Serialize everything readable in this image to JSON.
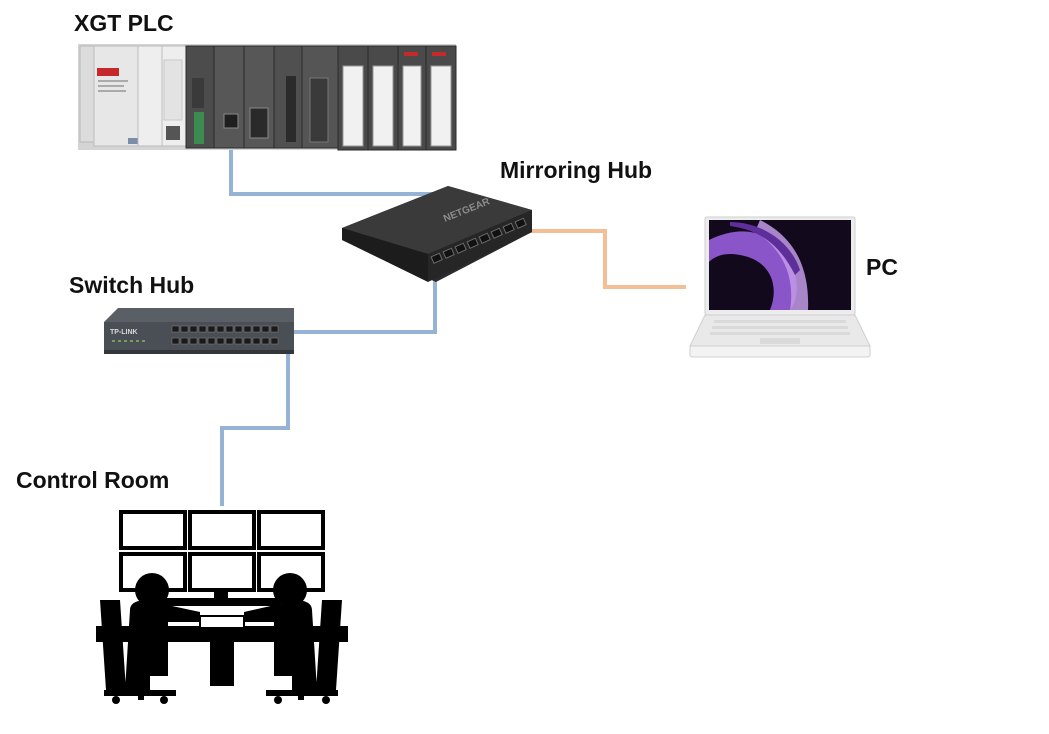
{
  "diagram": {
    "nodes": [
      {
        "id": "plc",
        "label": "XGT PLC",
        "icon": "plc-rack-icon"
      },
      {
        "id": "mirror",
        "label": "Mirroring Hub",
        "icon": "network-hub-icon"
      },
      {
        "id": "switch",
        "label": "Switch Hub",
        "icon": "network-switch-icon"
      },
      {
        "id": "pc",
        "label": "PC",
        "icon": "laptop-icon"
      },
      {
        "id": "control",
        "label": "Control Room",
        "icon": "control-room-operators-icon"
      }
    ],
    "links": [
      {
        "from": "plc",
        "to": "mirror",
        "color": "#94b3d5"
      },
      {
        "from": "mirror",
        "to": "switch",
        "color": "#94b3d5"
      },
      {
        "from": "switch",
        "to": "control",
        "color": "#94b3d5"
      },
      {
        "from": "mirror",
        "to": "pc",
        "color": "#f4bf94"
      }
    ]
  }
}
